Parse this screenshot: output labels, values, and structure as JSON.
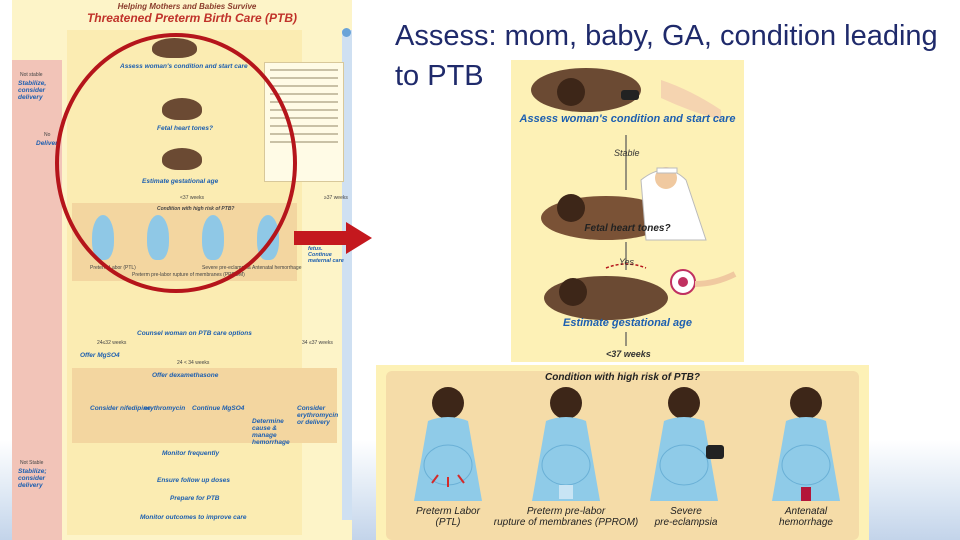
{
  "headline": "Assess: mom, baby, GA, condition leading to PTB",
  "poster": {
    "subtitle": "Helping Mothers and Babies Survive",
    "title": "Threatened Preterm Birth Care (PTB)",
    "steps": {
      "assess": "Assess woman's condition and start care",
      "fetal": "Fetal heart tones?",
      "estimate": "Estimate gestational age",
      "lt37": "<37 weeks",
      "gte37": "≥37 weeks",
      "condition": "Condition with high risk of PTB?",
      "counsel": "Counsel woman on PTB care options",
      "w2432": "24≤32 weeks",
      "w3437": "34 ≤37 weeks",
      "offer_mgso4": "Offer MgSO4",
      "w2434": "24 < 34 weeks",
      "offer_dexa": "Offer dexamethasone",
      "nifedipine": "Consider nifedipine",
      "erythromycin": "erythromycin",
      "continue_mgso4": "Continue MgSO4",
      "determine": "Determine cause & manage hemorrhage",
      "consider_ery": "Consider erythromycin or delivery",
      "monitor": "Monitor frequently",
      "follow": "Ensure follow up doses",
      "prepare": "Prepare for PTB",
      "outcomes": "Monitor outcomes to improve care",
      "deliver_mf": "mother and fetus. Continue maternal care"
    },
    "left": {
      "not_stable": "Not stable",
      "stabilize": "Stabilize, consider delivery",
      "no": "No",
      "deliver": "Deliver",
      "not_stable2": "Not Stable",
      "stabilize2": "Stabilize; consider delivery"
    },
    "conditions": [
      "Preterm Labor (PTL)",
      "Preterm pre-labor rupture of membranes (PPROM)",
      "Severe pre-eclampsia",
      "Antenatal hemorrhage"
    ]
  },
  "crop1": {
    "assess": "Assess woman's condition and start care",
    "stable": "Stable",
    "fetal": "Fetal heart tones?",
    "yes": "Yes",
    "estimate": "Estimate gestational age",
    "lt37": "<37 weeks"
  },
  "crop2": {
    "title": "Condition with high risk of PTB?",
    "labels": [
      {
        "line1": "Preterm Labor",
        "line2": "(PTL)"
      },
      {
        "line1": "Preterm pre-labor",
        "line2": "rupture of membranes (PPROM)"
      },
      {
        "line1": "Severe",
        "line2": "pre-eclampsia"
      },
      {
        "line1": "Antenatal",
        "line2": "hemorrhage"
      }
    ]
  },
  "colors": {
    "accent_red": "#b5151b",
    "flow_blue": "#1d5fb0",
    "headline": "#1f2a6b"
  }
}
